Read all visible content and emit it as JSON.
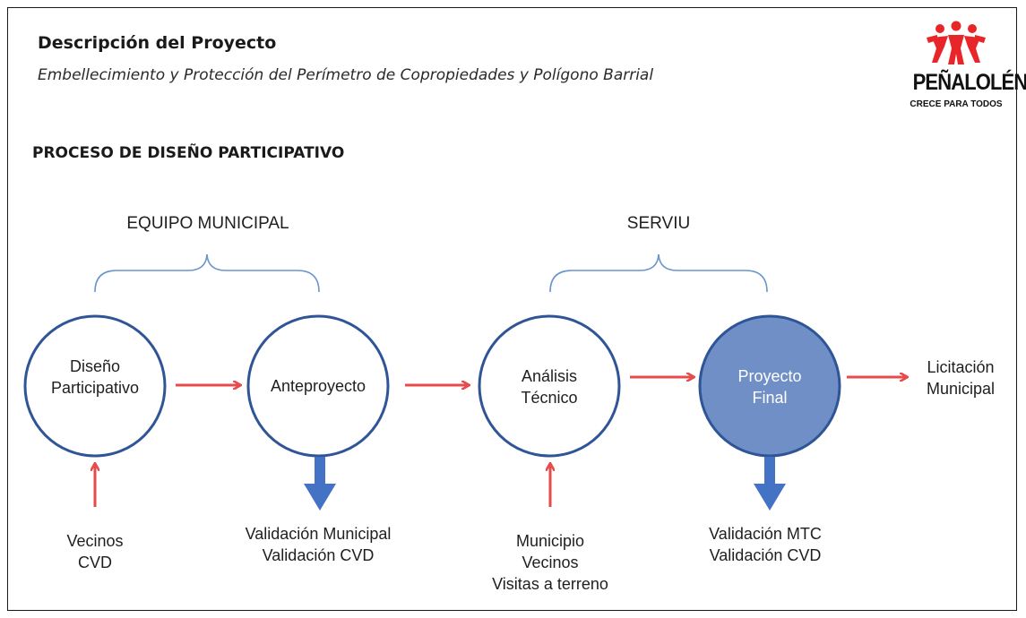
{
  "header": {
    "title": "Descripción del Proyecto",
    "subtitle": "Embellecimiento y Protección del Perímetro de Copropiedades y Polígono Barrial"
  },
  "logo": {
    "name": "PEÑALOLÉN",
    "tagline": "CRECE PARA TODOS",
    "colors": {
      "figures": "#e8262a",
      "text": "#111111"
    }
  },
  "section_title": "PROCESO DE DISEÑO PARTICIPATIVO",
  "groups": {
    "equipo": "EQUIPO MUNICIPAL",
    "serviu": "SERVIU"
  },
  "nodes": {
    "diseno": {
      "line1": "Diseño",
      "line2": "Participativo",
      "filled": false
    },
    "anteproyecto": {
      "line1": "Anteproyecto",
      "filled": false
    },
    "analisis": {
      "line1": "Análisis",
      "line2": "Técnico",
      "filled": false
    },
    "proyecto": {
      "line1": "Proyecto",
      "line2": "Final",
      "filled": true
    }
  },
  "output": {
    "line1": "Licitación",
    "line2": "Municipal"
  },
  "inputs": {
    "diseno": {
      "line1": "Vecinos",
      "line2": "CVD"
    },
    "analisis": {
      "line1": "Municipio",
      "line2": "Vecinos",
      "line3": "Visitas a terreno"
    }
  },
  "validations": {
    "anteproyecto": {
      "line1": "Validación Municipal",
      "line2": "Validación CVD"
    },
    "proyecto": {
      "line1": "Validación MTC",
      "line2": "Validación CVD"
    }
  },
  "colors": {
    "circle_stroke": "#2f5597",
    "circle_fill_final": "#6f8fc6",
    "arrow_red": "#e84b4b",
    "arrow_blue": "#4472c4",
    "bracket": "#6a94cc"
  }
}
